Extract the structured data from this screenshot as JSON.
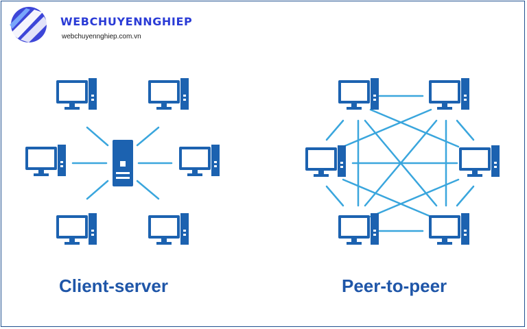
{
  "brand": {
    "name": "WEBCHUYENNGHIEP",
    "domain": "webchuyennghiep.com.vn",
    "logo_icon": "brand-logo-icon"
  },
  "diagrams": {
    "client_server": {
      "caption": "Client-server"
    },
    "peer_to_peer": {
      "caption": "Peer-to-peer"
    }
  },
  "colors": {
    "device_primary": "#1c62b0",
    "device_light": "#ffffff",
    "link_line": "#3aa6dd",
    "caption": "#1f56a8",
    "brand_text": "#2a3bd6",
    "frame": "#1f4f8f"
  }
}
